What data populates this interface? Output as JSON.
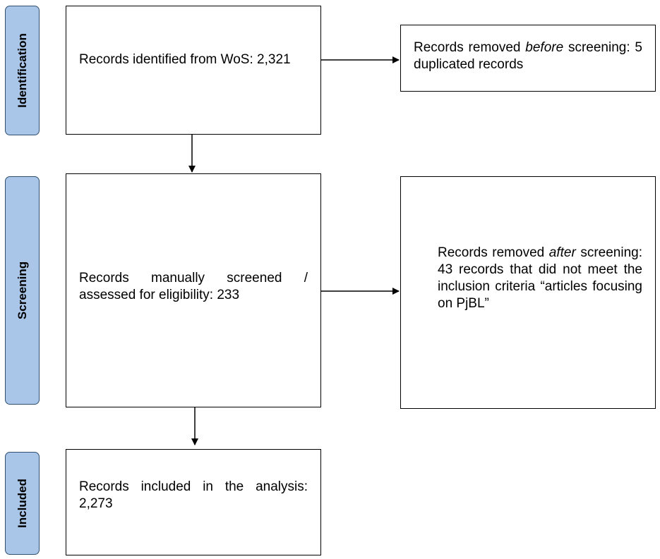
{
  "phases": {
    "identification": "Identification",
    "screening": "Screening",
    "included": "Included"
  },
  "boxes": {
    "identified": "Records identified from WoS: 2,321",
    "removed_before": {
      "pre": "Records removed ",
      "em": "before",
      "post": " screening: 5 duplicated records"
    },
    "screened": "Records manually screened / assessed for eligibility: 233",
    "removed_after": {
      "pre": "Records removed ",
      "em": "after",
      "post": " screening: 43 records that did not meet the inclusion criteria “articles focusing on PjBL”"
    },
    "included": "Records included in the analysis: 2,273"
  }
}
